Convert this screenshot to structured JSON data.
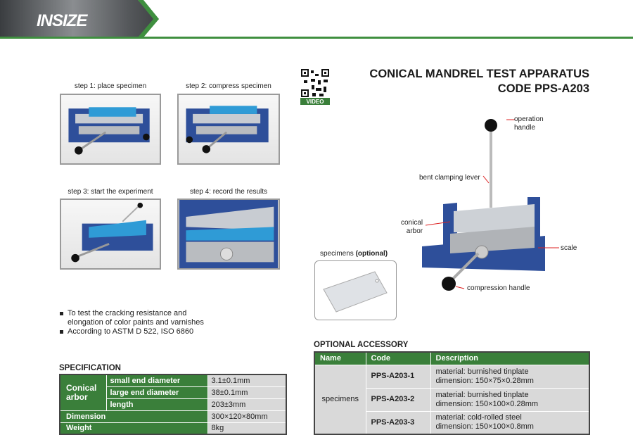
{
  "brand": {
    "logo": "INSIZE"
  },
  "title": {
    "line1": "CONICAL MANDREL TEST APPARATUS",
    "line2": "CODE PPS-A203"
  },
  "qr": {
    "label": "VIDEO"
  },
  "steps": [
    {
      "label": "step 1: place specimen"
    },
    {
      "label": "step 2: compress specimen"
    },
    {
      "label": "step 3: start the experiment"
    },
    {
      "label": "step 4: record the results"
    }
  ],
  "callouts": {
    "operation_handle_1": "operation",
    "operation_handle_2": "handle",
    "bent_lever": "bent clamping lever",
    "arbor_1": "conical",
    "arbor_2": "arbor",
    "scale": "scale",
    "compression": "compression handle"
  },
  "specimens_box": {
    "label": "specimens ",
    "optional": "(optional)"
  },
  "bullets": [
    "To test the cracking resistance and",
    "elongation of color paints and varnishes",
    "According to ASTM D 522, ISO 6860"
  ],
  "specification": {
    "title": "SPECIFICATION",
    "group": "Conical arbor",
    "rows": [
      {
        "k": "small end diameter",
        "v": "3.1±0.1mm"
      },
      {
        "k": "large end diameter",
        "v": "38±0.1mm"
      },
      {
        "k": "length",
        "v": "203±3mm"
      },
      {
        "k": "Dimension",
        "v": "300×120×80mm"
      },
      {
        "k": "Weight",
        "v": "8kg"
      }
    ]
  },
  "accessory": {
    "title": "OPTIONAL ACCESSORY",
    "headers": [
      "Name",
      "Code",
      "Description"
    ],
    "name": "specimens",
    "rows": [
      {
        "code": "PPS-A203-1",
        "d1": "material: burnished tinplate",
        "d2": "dimension: 150×75×0.28mm"
      },
      {
        "code": "PPS-A203-2",
        "d1": "material: burnished tinplate",
        "d2": "dimension: 150×100×0.28mm"
      },
      {
        "code": "PPS-A203-3",
        "d1": "material: cold-rolled steel",
        "d2": "dimension: 150×100×0.8mm"
      }
    ]
  }
}
